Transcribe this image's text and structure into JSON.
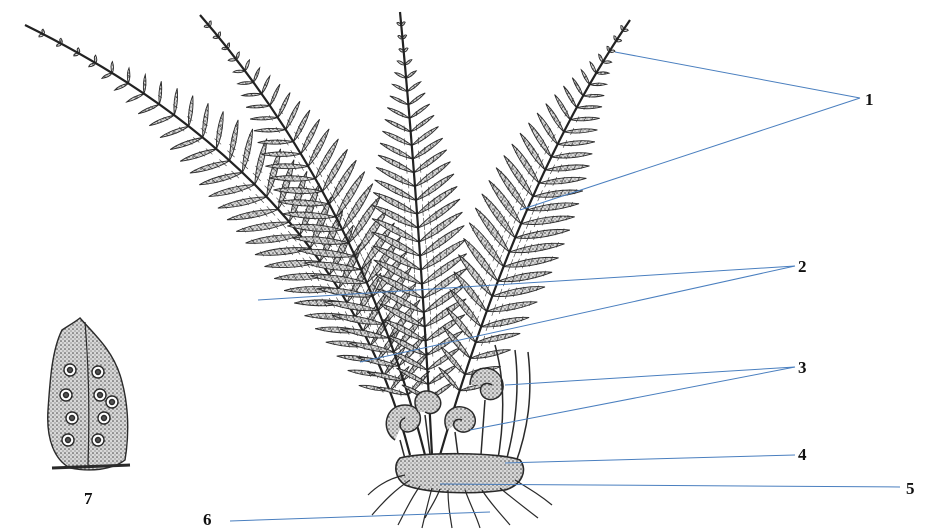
{
  "labels": {
    "l1": "1",
    "l2": "2",
    "l3": "3",
    "l4": "4",
    "l5": "5",
    "l6": "6",
    "l7": "7"
  },
  "colors": {
    "leader_line": "#4a7fbf",
    "ink": "#2a2a2a",
    "background": "#ffffff"
  }
}
